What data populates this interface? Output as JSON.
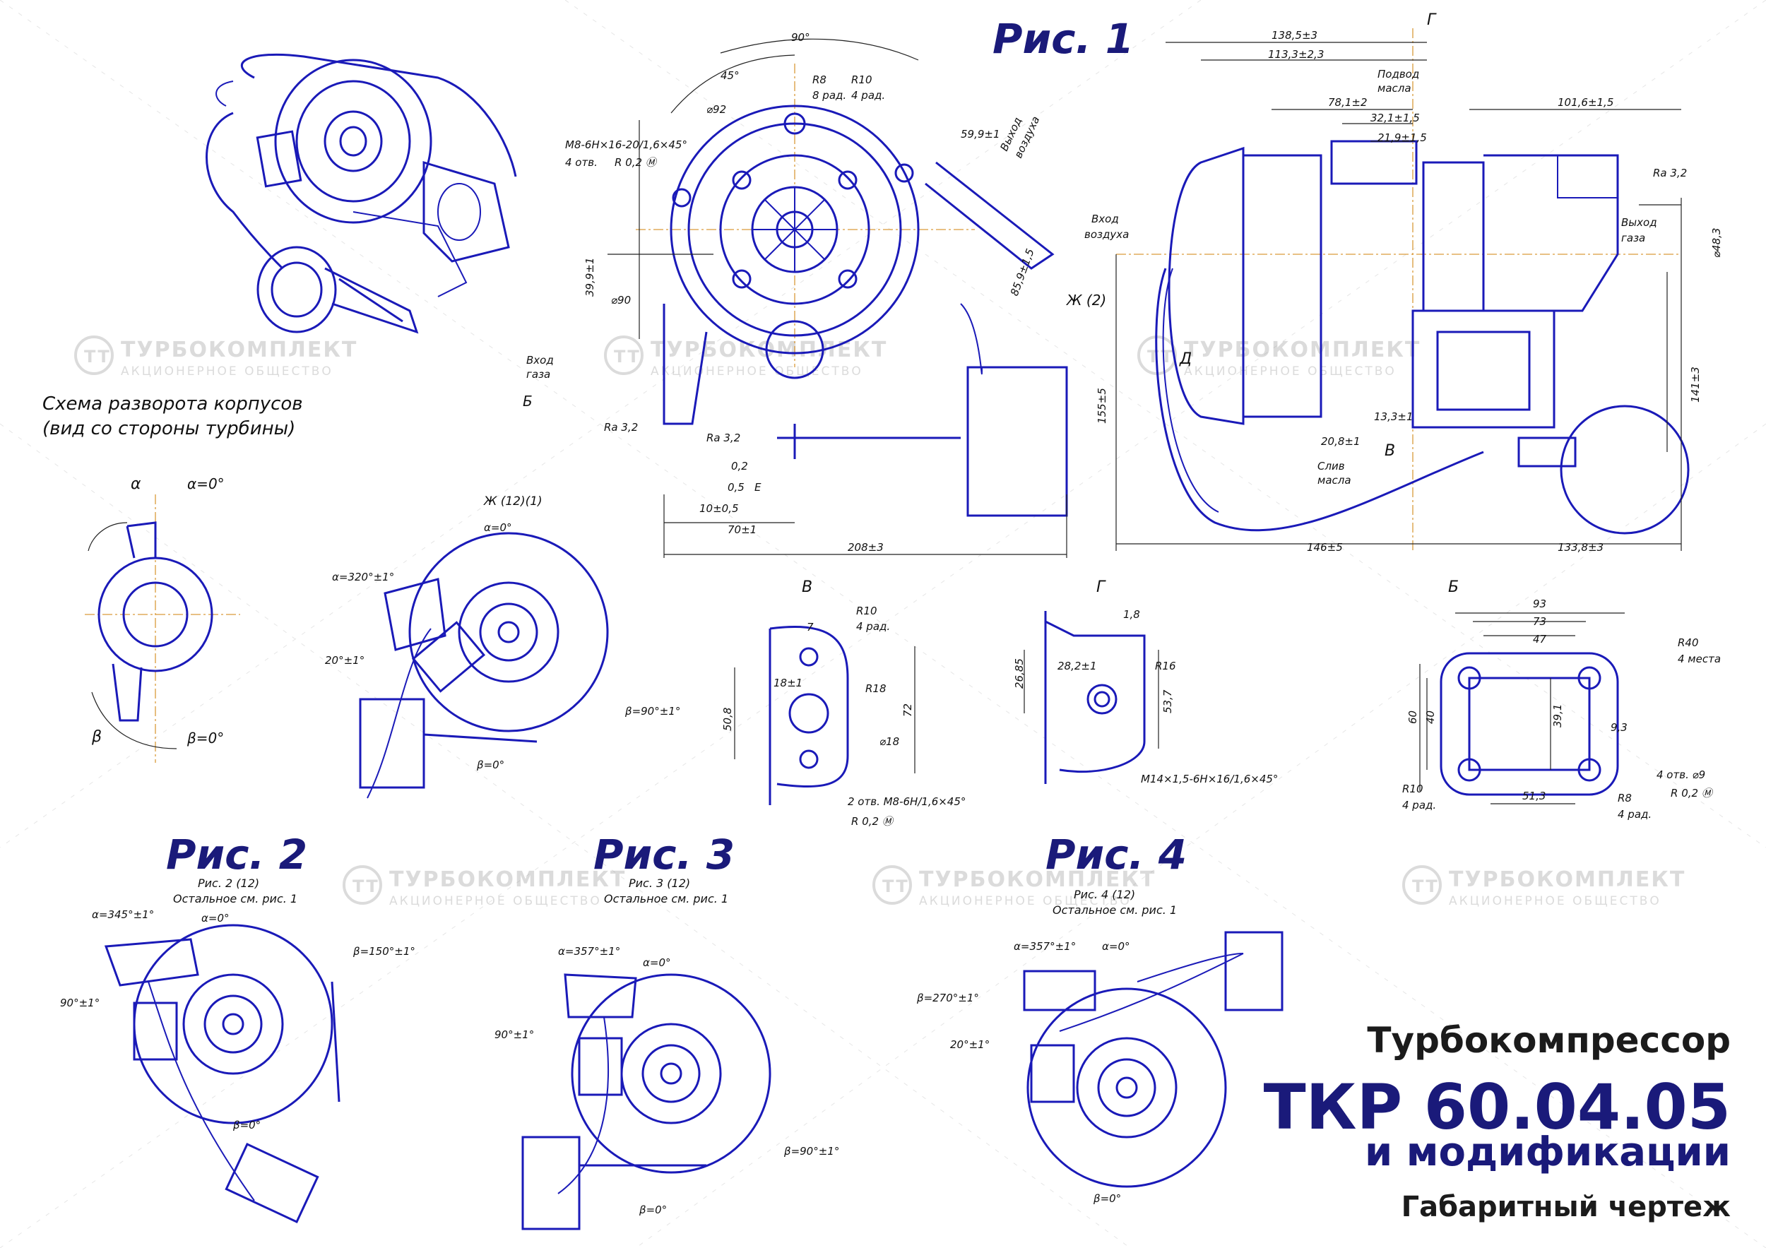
{
  "figures": {
    "fig1": "Рис. 1",
    "fig2": "Рис. 2",
    "fig3": "Рис. 3",
    "fig4": "Рис. 4"
  },
  "notes": {
    "fig2_sub": "Рис. 2 (12)",
    "fig3_sub": "Рис. 3 (12)",
    "fig4_sub": "Рис. 4 (12)",
    "rest": "Остальное см. рис. 1"
  },
  "scheme_caption": {
    "line1": "Схема разворота корпусов",
    "line2": "(вид со стороны турбины)"
  },
  "watermark": {
    "name": "ТУРБОКОМПЛЕКТ",
    "sub": "АКЦИОНЕРНОЕ ОБЩЕСТВО",
    "logo": "ТТ"
  },
  "title": {
    "line1": "Турбокомпрессор",
    "line2": "ТКР 60.04.05",
    "line3": "и модификации",
    "line4": "Габаритный чертеж"
  },
  "labels": {
    "air_in": "Вход",
    "air_in2": "воздуха",
    "gas_in": "Вход",
    "gas_in2": "газа",
    "air_out": "Выход",
    "air_out2": "воздуха",
    "gas_out": "Выход",
    "gas_out2": "газа",
    "oil_in": "Подвод",
    "oil_in2": "масла",
    "oil_out": "Слив",
    "oil_out2": "масла",
    "view_B": "Б",
    "view_V": "В",
    "view_G": "Г",
    "view_D": "Д",
    "view_Zh": "Ж (2)",
    "view_Zh12": "Ж (12)(1)",
    "alpha": "α",
    "beta": "β"
  },
  "dims_fig1": {
    "d90deg": "90°",
    "d45": "45°",
    "phi92": "⌀92",
    "r8": "R8",
    "r8n": "8 рад.",
    "r10": "R10",
    "r10n": "4 рад.",
    "thread": "М8-6Н×16-20/1,6×45°",
    "thread2": "4 отв.",
    "tol1": "R 0,2 Ⓜ",
    "d599": "59,9±1",
    "d399": "39,9±1",
    "phi90": "⌀90",
    "d859": "85,9±1,5",
    "ra32a": "Ra 3,2",
    "ra32b": "Ra 3,2",
    "flat02": "0,2",
    "flat05": "0,5",
    "flatE": "Е",
    "d10": "10±0,5",
    "d70": "70±1",
    "d208": "208±3"
  },
  "dims_side": {
    "d1385": "138,5±3",
    "d1133": "113,3±2,3",
    "d781": "78,1±2",
    "d321": "32,1±1,5",
    "d219": "21,9±1,5",
    "d1016": "101,6±1,5",
    "ra32": "Ra 3,2",
    "phi483": "⌀48,3",
    "d155": "155±5",
    "d141": "141±3",
    "d208b": "20,8±1",
    "d133": "13,3±1",
    "d146": "146±5",
    "d1338": "133,8±3"
  },
  "dims_viewV": {
    "r10": "R10",
    "r10n": "4 рад.",
    "d7": "7",
    "d18": "18±1",
    "r18": "R18",
    "phi18": "⌀18",
    "d508": "50,8",
    "d72": "72",
    "holes": "2 отв. М8-6Н/1,6×45°",
    "tol": "R 0,2 Ⓜ"
  },
  "dims_viewG": {
    "d18": "1,8",
    "d282": "28,2±1",
    "r16": "R16",
    "d2685": "26,85",
    "d537": "53,7",
    "thread": "М14×1,5-6Н×16/1,6×45°"
  },
  "dims_viewB": {
    "d93": "93",
    "d73": "73",
    "d47": "47",
    "r40": "R40",
    "r40n": "4 места",
    "d60": "60",
    "d40": "40",
    "d391": "39,1",
    "d93b": "9,3",
    "r10": "R10",
    "r10n": "4 рад.",
    "d513": "51,3",
    "r8": "R8",
    "r8n": "4 рад.",
    "holes": "4 отв. ⌀9",
    "tol": "R 0,2 Ⓜ"
  },
  "angles": {
    "a0": "α=0°",
    "b0": "β=0°",
    "a320": "α=320°±1°",
    "d20": "20°±1°",
    "b90": "β=90°±1°",
    "a345": "α=345°±1°",
    "d90": "90°±1°",
    "b150": "β=150°±1°",
    "a357": "α=357°±1°",
    "b270": "β=270°±1°"
  }
}
